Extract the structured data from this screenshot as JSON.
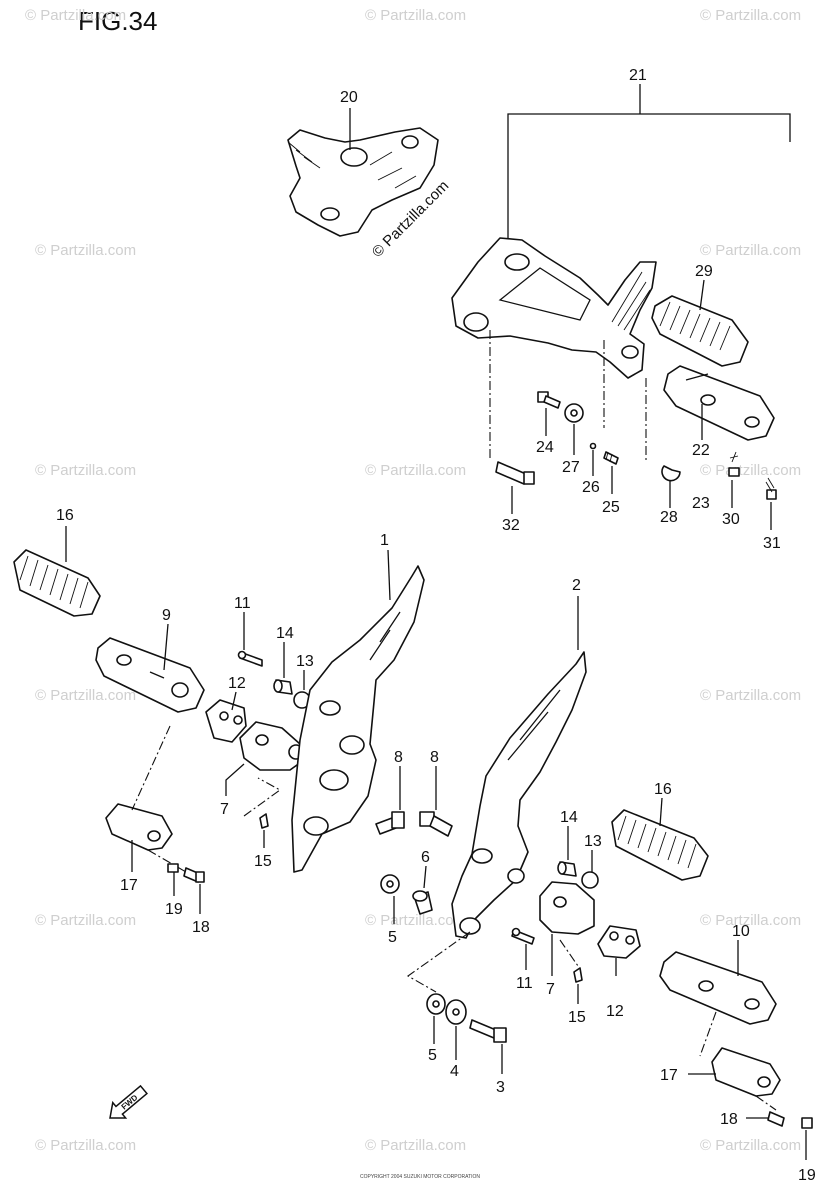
{
  "figure": {
    "title": "FIG.34"
  },
  "credit": "© Partzilla.com",
  "watermark": "© Partzilla.com",
  "fwd_label": "FWD",
  "footer_text": "COPYRIGHT 2004 SUZUKI MOTOR CORPORATION",
  "callouts": [
    {
      "id": "c20",
      "label": "20"
    },
    {
      "id": "c21",
      "label": "21"
    },
    {
      "id": "c29",
      "label": "29"
    },
    {
      "id": "c24",
      "label": "24"
    },
    {
      "id": "c27",
      "label": "27"
    },
    {
      "id": "c26",
      "label": "26"
    },
    {
      "id": "c25",
      "label": "25"
    },
    {
      "id": "c28",
      "label": "28"
    },
    {
      "id": "c22",
      "label": "22"
    },
    {
      "id": "c23",
      "label": "23"
    },
    {
      "id": "c30",
      "label": "30"
    },
    {
      "id": "c31",
      "label": "31"
    },
    {
      "id": "c32",
      "label": "32"
    },
    {
      "id": "c16a",
      "label": "16"
    },
    {
      "id": "c1",
      "label": "1"
    },
    {
      "id": "c9",
      "label": "9"
    },
    {
      "id": "c11a",
      "label": "11"
    },
    {
      "id": "c14a",
      "label": "14"
    },
    {
      "id": "c13a",
      "label": "13"
    },
    {
      "id": "c12a",
      "label": "12"
    },
    {
      "id": "c7a",
      "label": "7"
    },
    {
      "id": "c15a",
      "label": "15"
    },
    {
      "id": "c8a",
      "label": "8"
    },
    {
      "id": "c8b",
      "label": "8"
    },
    {
      "id": "c2",
      "label": "2"
    },
    {
      "id": "c17a",
      "label": "17"
    },
    {
      "id": "c19a",
      "label": "19"
    },
    {
      "id": "c18a",
      "label": "18"
    },
    {
      "id": "c6",
      "label": "6"
    },
    {
      "id": "c5a",
      "label": "5"
    },
    {
      "id": "c14b",
      "label": "14"
    },
    {
      "id": "c13b",
      "label": "13"
    },
    {
      "id": "c16b",
      "label": "16"
    },
    {
      "id": "c11b",
      "label": "11"
    },
    {
      "id": "c7b",
      "label": "7"
    },
    {
      "id": "c15b",
      "label": "15"
    },
    {
      "id": "c12b",
      "label": "12"
    },
    {
      "id": "c10",
      "label": "10"
    },
    {
      "id": "c5b",
      "label": "5"
    },
    {
      "id": "c4",
      "label": "4"
    },
    {
      "id": "c3",
      "label": "3"
    },
    {
      "id": "c17b",
      "label": "17"
    },
    {
      "id": "c18b",
      "label": "18"
    },
    {
      "id": "c19b",
      "label": "19"
    }
  ]
}
